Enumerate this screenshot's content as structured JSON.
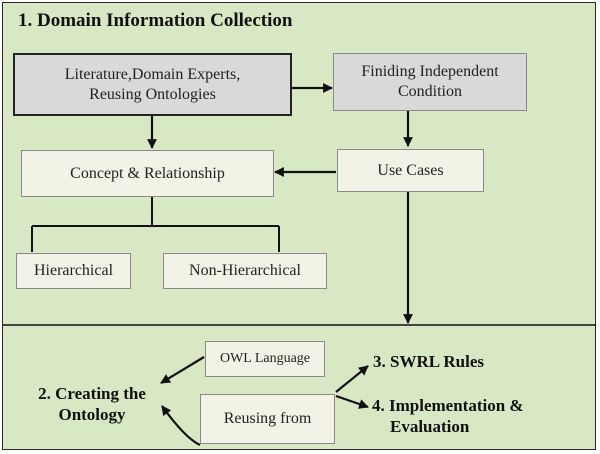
{
  "section1": {
    "title": "1. Domain Information Collection"
  },
  "boxes": {
    "sources_line1": "Literature,Domain Experts,",
    "sources_line2": "Reusing Ontologies",
    "independent_line1": "Finiding Independent",
    "independent_line2": "Condition",
    "concept": "Concept & Relationship",
    "use_cases": "Use Cases",
    "hierarchical": "Hierarchical",
    "non_hierarchical": "Non-Hierarchical",
    "owl": "OWL Language",
    "reusing_from": "Reusing from"
  },
  "section2": {
    "creating_line1": "2. Creating the",
    "creating_line2": "Ontology",
    "swrl": "3. SWRL Rules",
    "impl_line1": "4. Implementation &",
    "impl_line2": "Evaluation"
  },
  "colors": {
    "background": "#d8e8c4",
    "box_light": "#f2f3e6",
    "box_grey": "#d9d9d9",
    "lines": "#111111"
  }
}
